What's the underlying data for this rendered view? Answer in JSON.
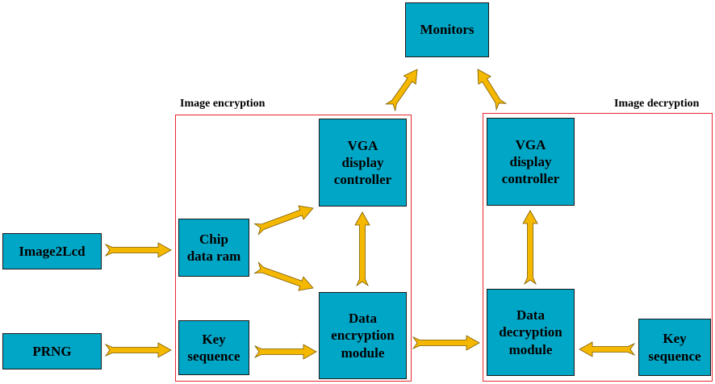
{
  "colors": {
    "block_fill": "#00a6c6",
    "block_border": "#1a1a1a",
    "group_border": "#e8262e",
    "arrow_fill": "#f5b800",
    "arrow_stroke": "#7a5a00"
  },
  "groups": {
    "encryption_label": "Image encryption",
    "decryption_label": "Image decryption"
  },
  "blocks": {
    "monitors": "Monitors",
    "image2lcd": "Image2Lcd",
    "prng": "PRNG",
    "chip_data_ram": "Chip\ndata ram",
    "key_sequence_enc": "Key\nsequence",
    "vga_enc": "VGA\ndisplay\ncontroller",
    "data_encryption": "Data\nencryption\nmodule",
    "vga_dec": "VGA\ndisplay\ncontroller",
    "data_decryption": "Data\ndecryption\nmodule",
    "key_sequence_dec": "Key\nsequence"
  },
  "connections": [
    {
      "from": "image2lcd",
      "to": "chip_data_ram"
    },
    {
      "from": "prng",
      "to": "key_sequence_enc"
    },
    {
      "from": "chip_data_ram",
      "to": "vga_enc"
    },
    {
      "from": "chip_data_ram",
      "to": "data_encryption"
    },
    {
      "from": "key_sequence_enc",
      "to": "data_encryption"
    },
    {
      "from": "data_encryption",
      "to": "vga_enc"
    },
    {
      "from": "vga_enc",
      "to": "monitors"
    },
    {
      "from": "data_encryption",
      "to": "data_decryption"
    },
    {
      "from": "key_sequence_dec",
      "to": "data_decryption"
    },
    {
      "from": "data_decryption",
      "to": "vga_dec"
    },
    {
      "from": "vga_dec",
      "to": "monitors"
    }
  ]
}
